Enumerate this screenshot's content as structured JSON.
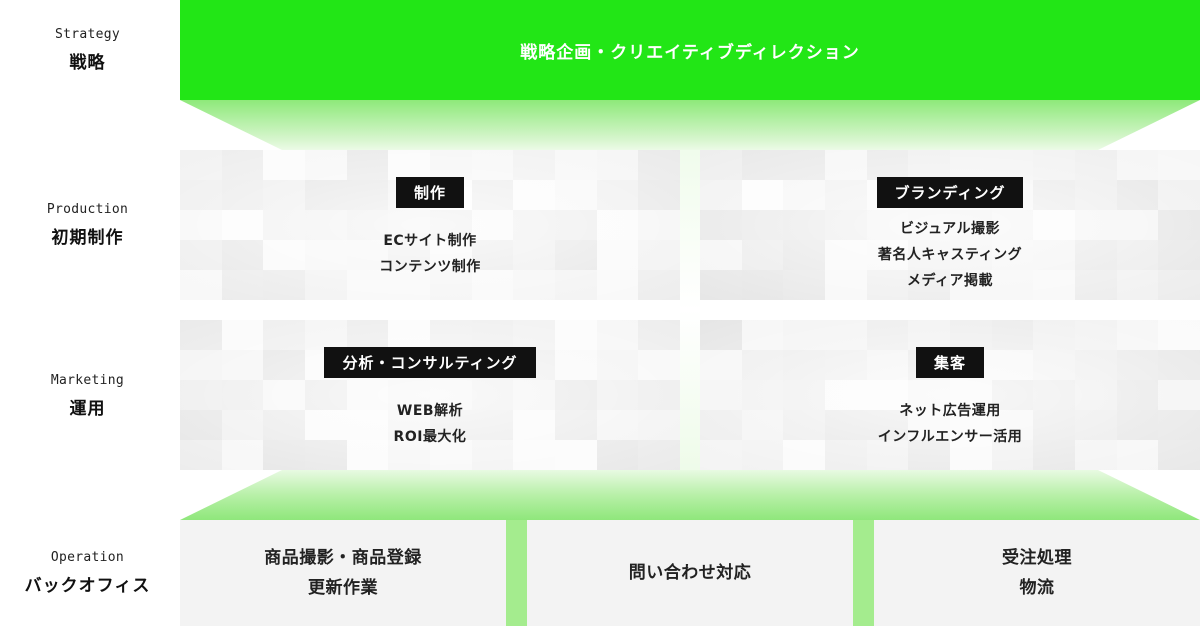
{
  "rows": {
    "strategy": {
      "en": "Strategy",
      "ja": "戦略"
    },
    "production": {
      "en": "Production",
      "ja": "初期制作"
    },
    "marketing": {
      "en": "Marketing",
      "ja": "運用"
    },
    "operation": {
      "en": "Operation",
      "ja": "バックオフィス"
    }
  },
  "strategy_bar": {
    "label": "戦略企画・クリエイティブディレクション",
    "color": "#22e616"
  },
  "production": {
    "left": {
      "tag": "制作",
      "items": [
        "ECサイト制作",
        "コンテンツ制作"
      ]
    },
    "right": {
      "tag": "ブランディング",
      "items": [
        "ビジュアル撮影",
        "著名人キャスティング",
        "メディア掲載"
      ]
    }
  },
  "marketing": {
    "left": {
      "tag": "分析・コンサルティング",
      "items": [
        "WEB解析",
        "ROI最大化"
      ]
    },
    "right": {
      "tag": "集客",
      "items": [
        "ネット広告運用",
        "インフルエンサー活用"
      ]
    }
  },
  "operation": {
    "boxes": [
      {
        "lines": [
          "商品撮影・商品登録",
          "更新作業"
        ]
      },
      {
        "lines": [
          "問い合わせ対応"
        ]
      },
      {
        "lines": [
          "受注処理",
          "物流"
        ]
      }
    ]
  },
  "colors": {
    "accent_green": "#22e616",
    "tag_bg": "#111111",
    "card_bg": "#f2f2f2"
  }
}
